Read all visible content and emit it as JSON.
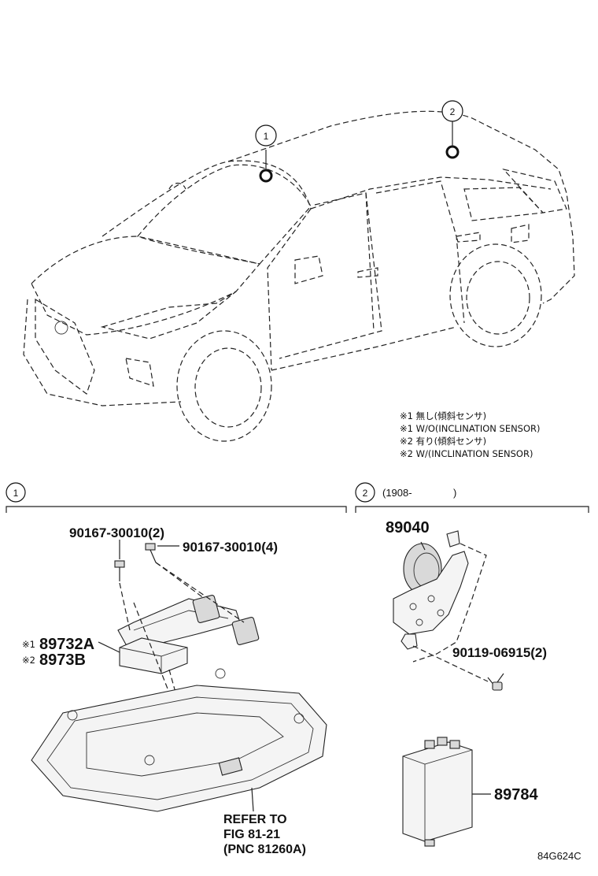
{
  "callouts": {
    "one": "1",
    "two": "2"
  },
  "notes": [
    "※1 無し(傾斜センサ)",
    "※1 W/O(INCLINATION SENSOR)",
    "※2 有り(傾斜センサ)",
    "※2 W/(INCLINATION SENSOR)"
  ],
  "section1": {
    "number": "1"
  },
  "section2": {
    "number": "2",
    "range": "(1908-",
    "range_close": ")"
  },
  "parts": {
    "bolt_a": "90167-30010(2)",
    "bolt_b": "90167-30010(4)",
    "module_mark1": "※1",
    "module_a": "89732A",
    "module_mark2": "※2",
    "module_b": "8973B",
    "sensor": "89040",
    "screw": "90119-06915(2)",
    "ecu": "89784"
  },
  "refer": {
    "line1": "REFER TO",
    "line2": "FIG 81-21",
    "line3": "(PNC 81260A)"
  },
  "figure_code": "84G624C"
}
